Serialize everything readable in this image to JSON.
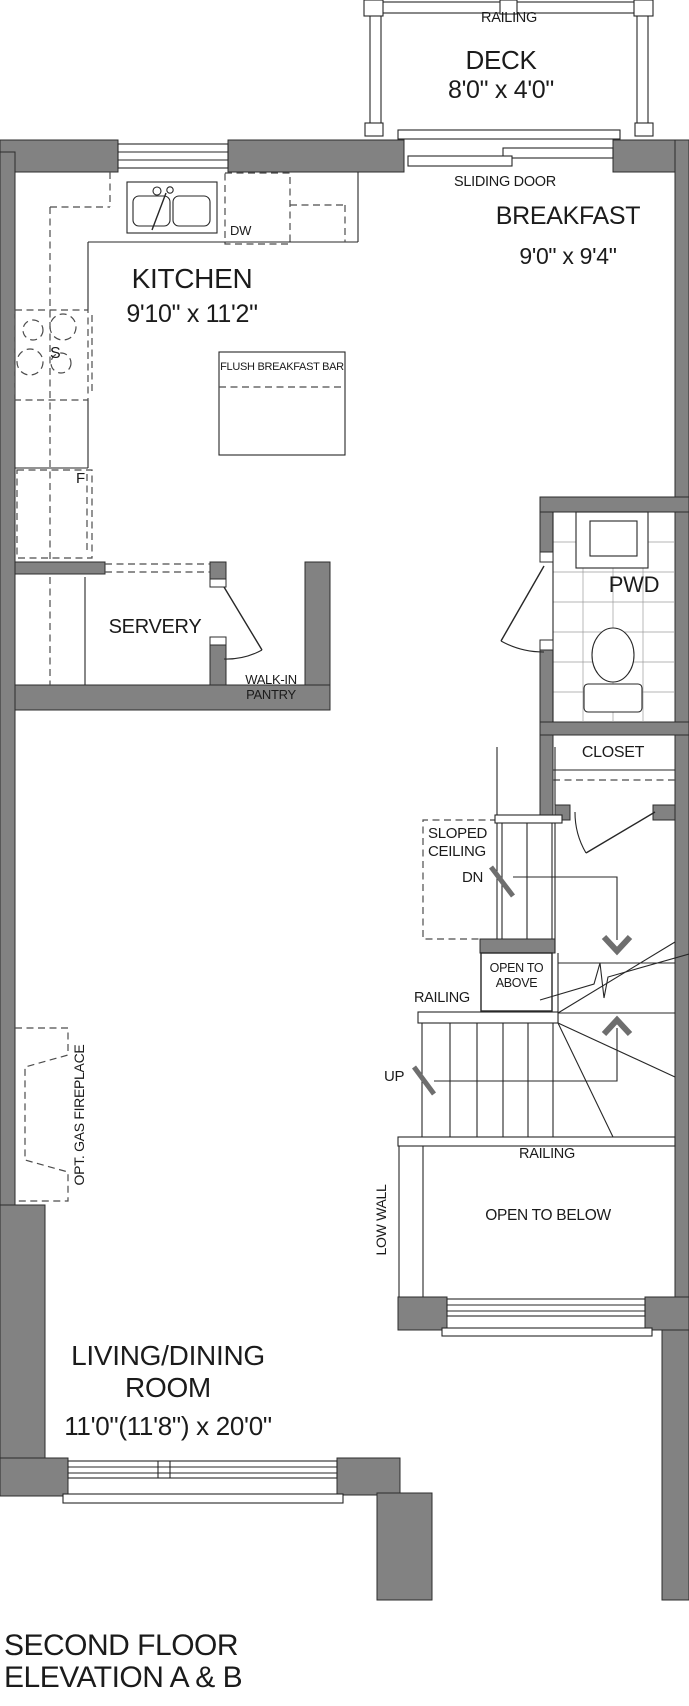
{
  "title": {
    "line1": "SECOND FLOOR",
    "line2": "ELEVATION A & B"
  },
  "rooms": {
    "deck": {
      "name": "DECK",
      "dims": "8'0\" x 4'0\""
    },
    "breakfast": {
      "name": "BREAKFAST",
      "dims": "9'0\" x 9'4\""
    },
    "kitchen": {
      "name": "KITCHEN",
      "dims": "9'10\" x 11'2\""
    },
    "servery": {
      "name": "SERVERY"
    },
    "pantry": {
      "name": "WALK-IN PANTRY"
    },
    "pwd": {
      "name": "PWD"
    },
    "closet": {
      "name": "CLOSET"
    },
    "living_dining": {
      "name": "LIVING/DINING ROOM",
      "dims": "11'0\"(11'8\") x 20'0\""
    }
  },
  "labels": {
    "railing_deck": "RAILING",
    "sliding_door": "SLIDING DOOR",
    "dishwasher": "DW",
    "stove": "S",
    "fridge": "F",
    "flush_breakfast_bar": "FLUSH BREAKFAST BAR",
    "sloped_ceiling": "SLOPED CEILING",
    "down": "DN",
    "up": "UP",
    "open_to_above": "OPEN TO ABOVE",
    "railing_stair": "RAILING",
    "railing_landing": "RAILING",
    "open_to_below": "OPEN TO BELOW",
    "low_wall": "LOW WALL",
    "opt_gas_fireplace": "OPT. GAS FIREPLACE"
  },
  "colors": {
    "wall_fill": "#828282",
    "line": "#272727",
    "arrow": "#6e6e6e"
  }
}
